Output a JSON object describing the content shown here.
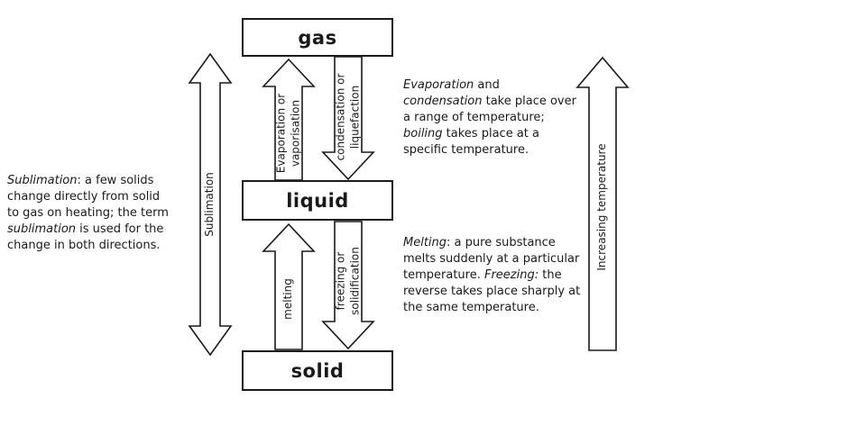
{
  "states": {
    "gas": "gas",
    "liquid": "liquid",
    "solid": "solid"
  },
  "arrow_labels": {
    "evaporation": {
      "line1": "Evaporation or",
      "line2": "vaporisation"
    },
    "condensation": {
      "line1": "condensation or",
      "line2": "liquefaction"
    },
    "melting": {
      "line1": "melting"
    },
    "freezing": {
      "line1": "freezing or",
      "line2": "solidification"
    },
    "sublimation": {
      "line1": "Sublimation"
    },
    "increasing_temperature": {
      "line1": "Increasing temperature"
    }
  },
  "notes": {
    "sublimation": {
      "seg1": "Sublimation",
      "seg2": ": a few solids change directly from solid to gas on heating; the term ",
      "seg3": "sublimation",
      "seg4": " is used for the change in both directions."
    },
    "evaporation": {
      "seg1": "Evaporation",
      "seg2": " and ",
      "seg3": "condensation",
      "seg4": " take place over a range of temperature; ",
      "seg5": "boiling",
      "seg6": " takes place at a specific temperature."
    },
    "melting": {
      "seg1": "Melting",
      "seg2": ": a pure substance melts suddenly at a particular temperature. ",
      "seg3": "Freezing:",
      "seg4": " the reverse takes place sharply at the same temperature."
    }
  },
  "colors": {
    "ink": "#1a1a1a",
    "background": "#ffffff",
    "arrow_fill": "#ffffff"
  }
}
